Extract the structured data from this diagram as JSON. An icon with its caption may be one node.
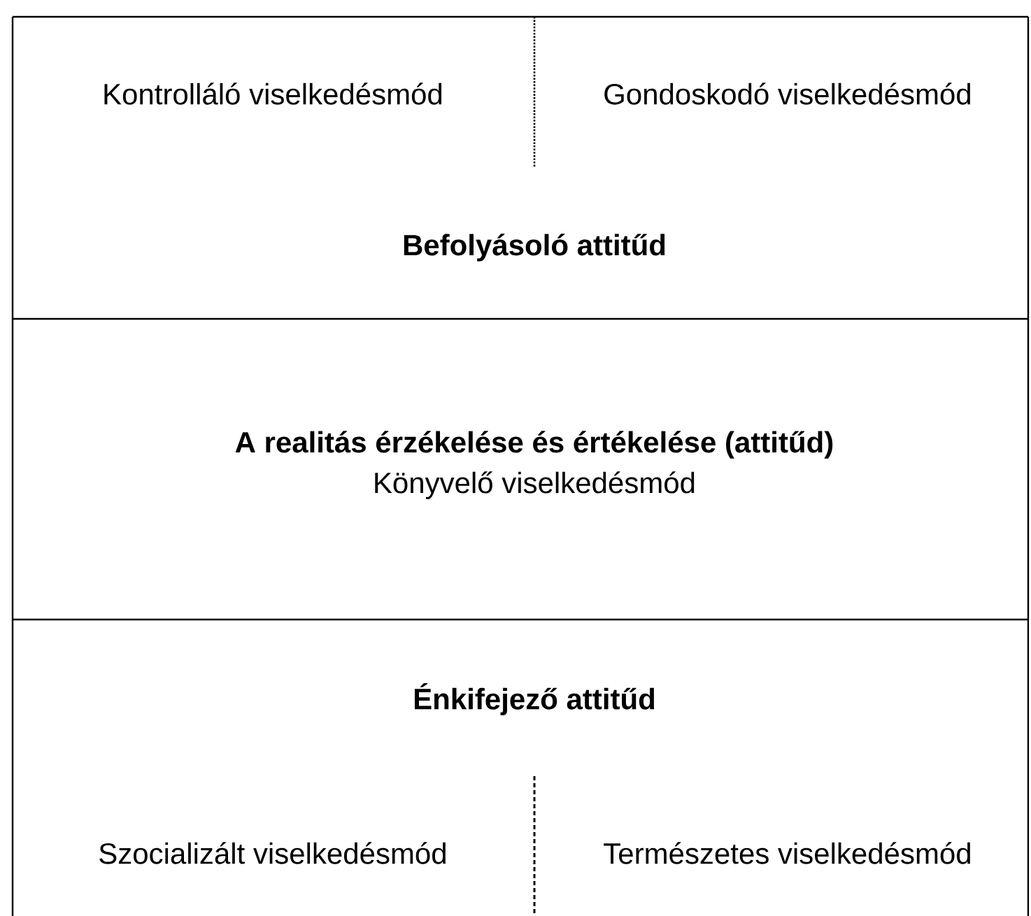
{
  "diagram": {
    "nodes": [
      {
        "text": [
          "Kontrolláló viselkedésmód",
          "Gondoskodó viselkedésmód",
          "Befolyásoló attitűd"
        ]
      },
      {
        "text": [
          "A realitás érzékelése és értékelése (attitűd)",
          "Könyvelő viselkedésmód"
        ]
      },
      {
        "text": [
          "Énkifejező attitűd",
          "Szocializált viselkedésmód",
          "Természetes viselkedésmód"
        ]
      }
    ]
  }
}
